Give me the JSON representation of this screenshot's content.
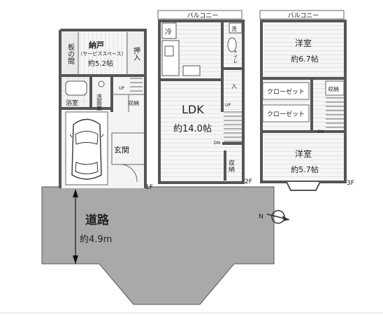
{
  "floor1": {
    "nando": "納戸",
    "nando_sub": "（サービススペース）",
    "nando_area": "約5.2帖",
    "ita_no_ma": "板の間",
    "oshiire": "押入",
    "yokushitsu": "浴室",
    "senmenshitsu": "洗面室",
    "shuno": "収納",
    "genkan": "玄関",
    "up": "UP",
    "level": "1F"
  },
  "floor2": {
    "balcony": "バルコニー",
    "rei": "冷",
    "sen": "洗",
    "toilet": "トイレ",
    "oshi": "入",
    "ldk": "LDK",
    "ldk_area": "約14.0帖",
    "shuno": "収納",
    "up": "UP",
    "dn": "DN",
    "level": "2F"
  },
  "floor3": {
    "balcony": "バルコニー",
    "youshitsu_top": "洋室",
    "area_top": "約6.7帖",
    "closet_a": "クローゼット",
    "closet_b": "クローゼット",
    "shuno": "収納",
    "youshitsu_bottom": "洋室",
    "area_bottom": "約5.7帖",
    "dn": "DN",
    "level": "3F"
  },
  "road": {
    "label": "道路",
    "width": "約4.9m"
  },
  "compass": {
    "north": "N"
  }
}
